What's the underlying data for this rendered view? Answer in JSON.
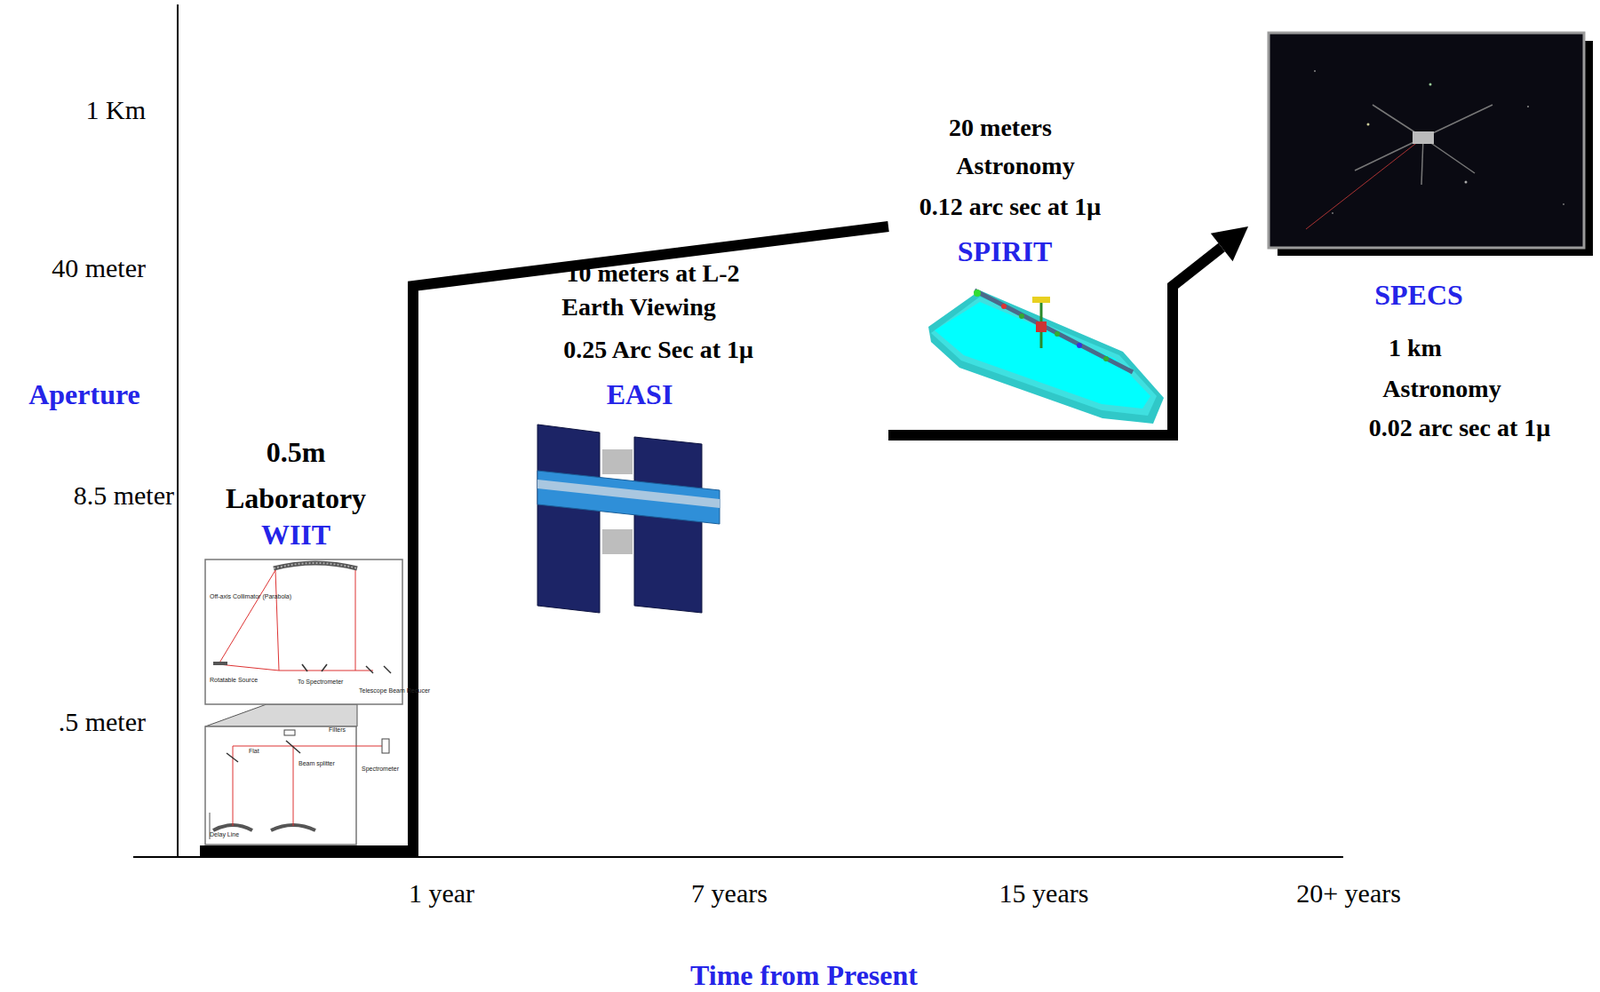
{
  "diagram": {
    "nodes": [
      {
        "text": [
          "0.5m",
          "Laboratory",
          "WIIT"
        ]
      },
      {
        "text": [
          "10 meters at L-2",
          "Earth Viewing",
          "0.25 Arc Sec at 1μ",
          "EASI"
        ]
      },
      {
        "text": [
          "20 meters",
          "Astronomy",
          "0.12 arc sec at 1μ",
          "SPIRIT"
        ]
      },
      {
        "text": [
          "SPECS",
          "1 km",
          "Astronomy",
          "0.02 arc sec at 1μ"
        ]
      }
    ],
    "edges": [
      {
        "from": 0,
        "to": 2,
        "arrow": "none"
      },
      {
        "from": 2,
        "to": 3,
        "arrow": "to"
      }
    ],
    "labels": [
      "1 Km",
      "40 meter",
      "Aperture",
      "8.5 meter",
      ".5 meter",
      "1 year",
      "7 years",
      "15 years",
      "20+ years",
      "Time from Present",
      "Off-axis Collimator (Parabola)",
      "Rotatable Source",
      "To Spectrometer",
      "Telescope Beam Reducer",
      "Filters",
      "Flat",
      "Beam splitter",
      "Spectrometer",
      "Delay Line"
    ]
  }
}
